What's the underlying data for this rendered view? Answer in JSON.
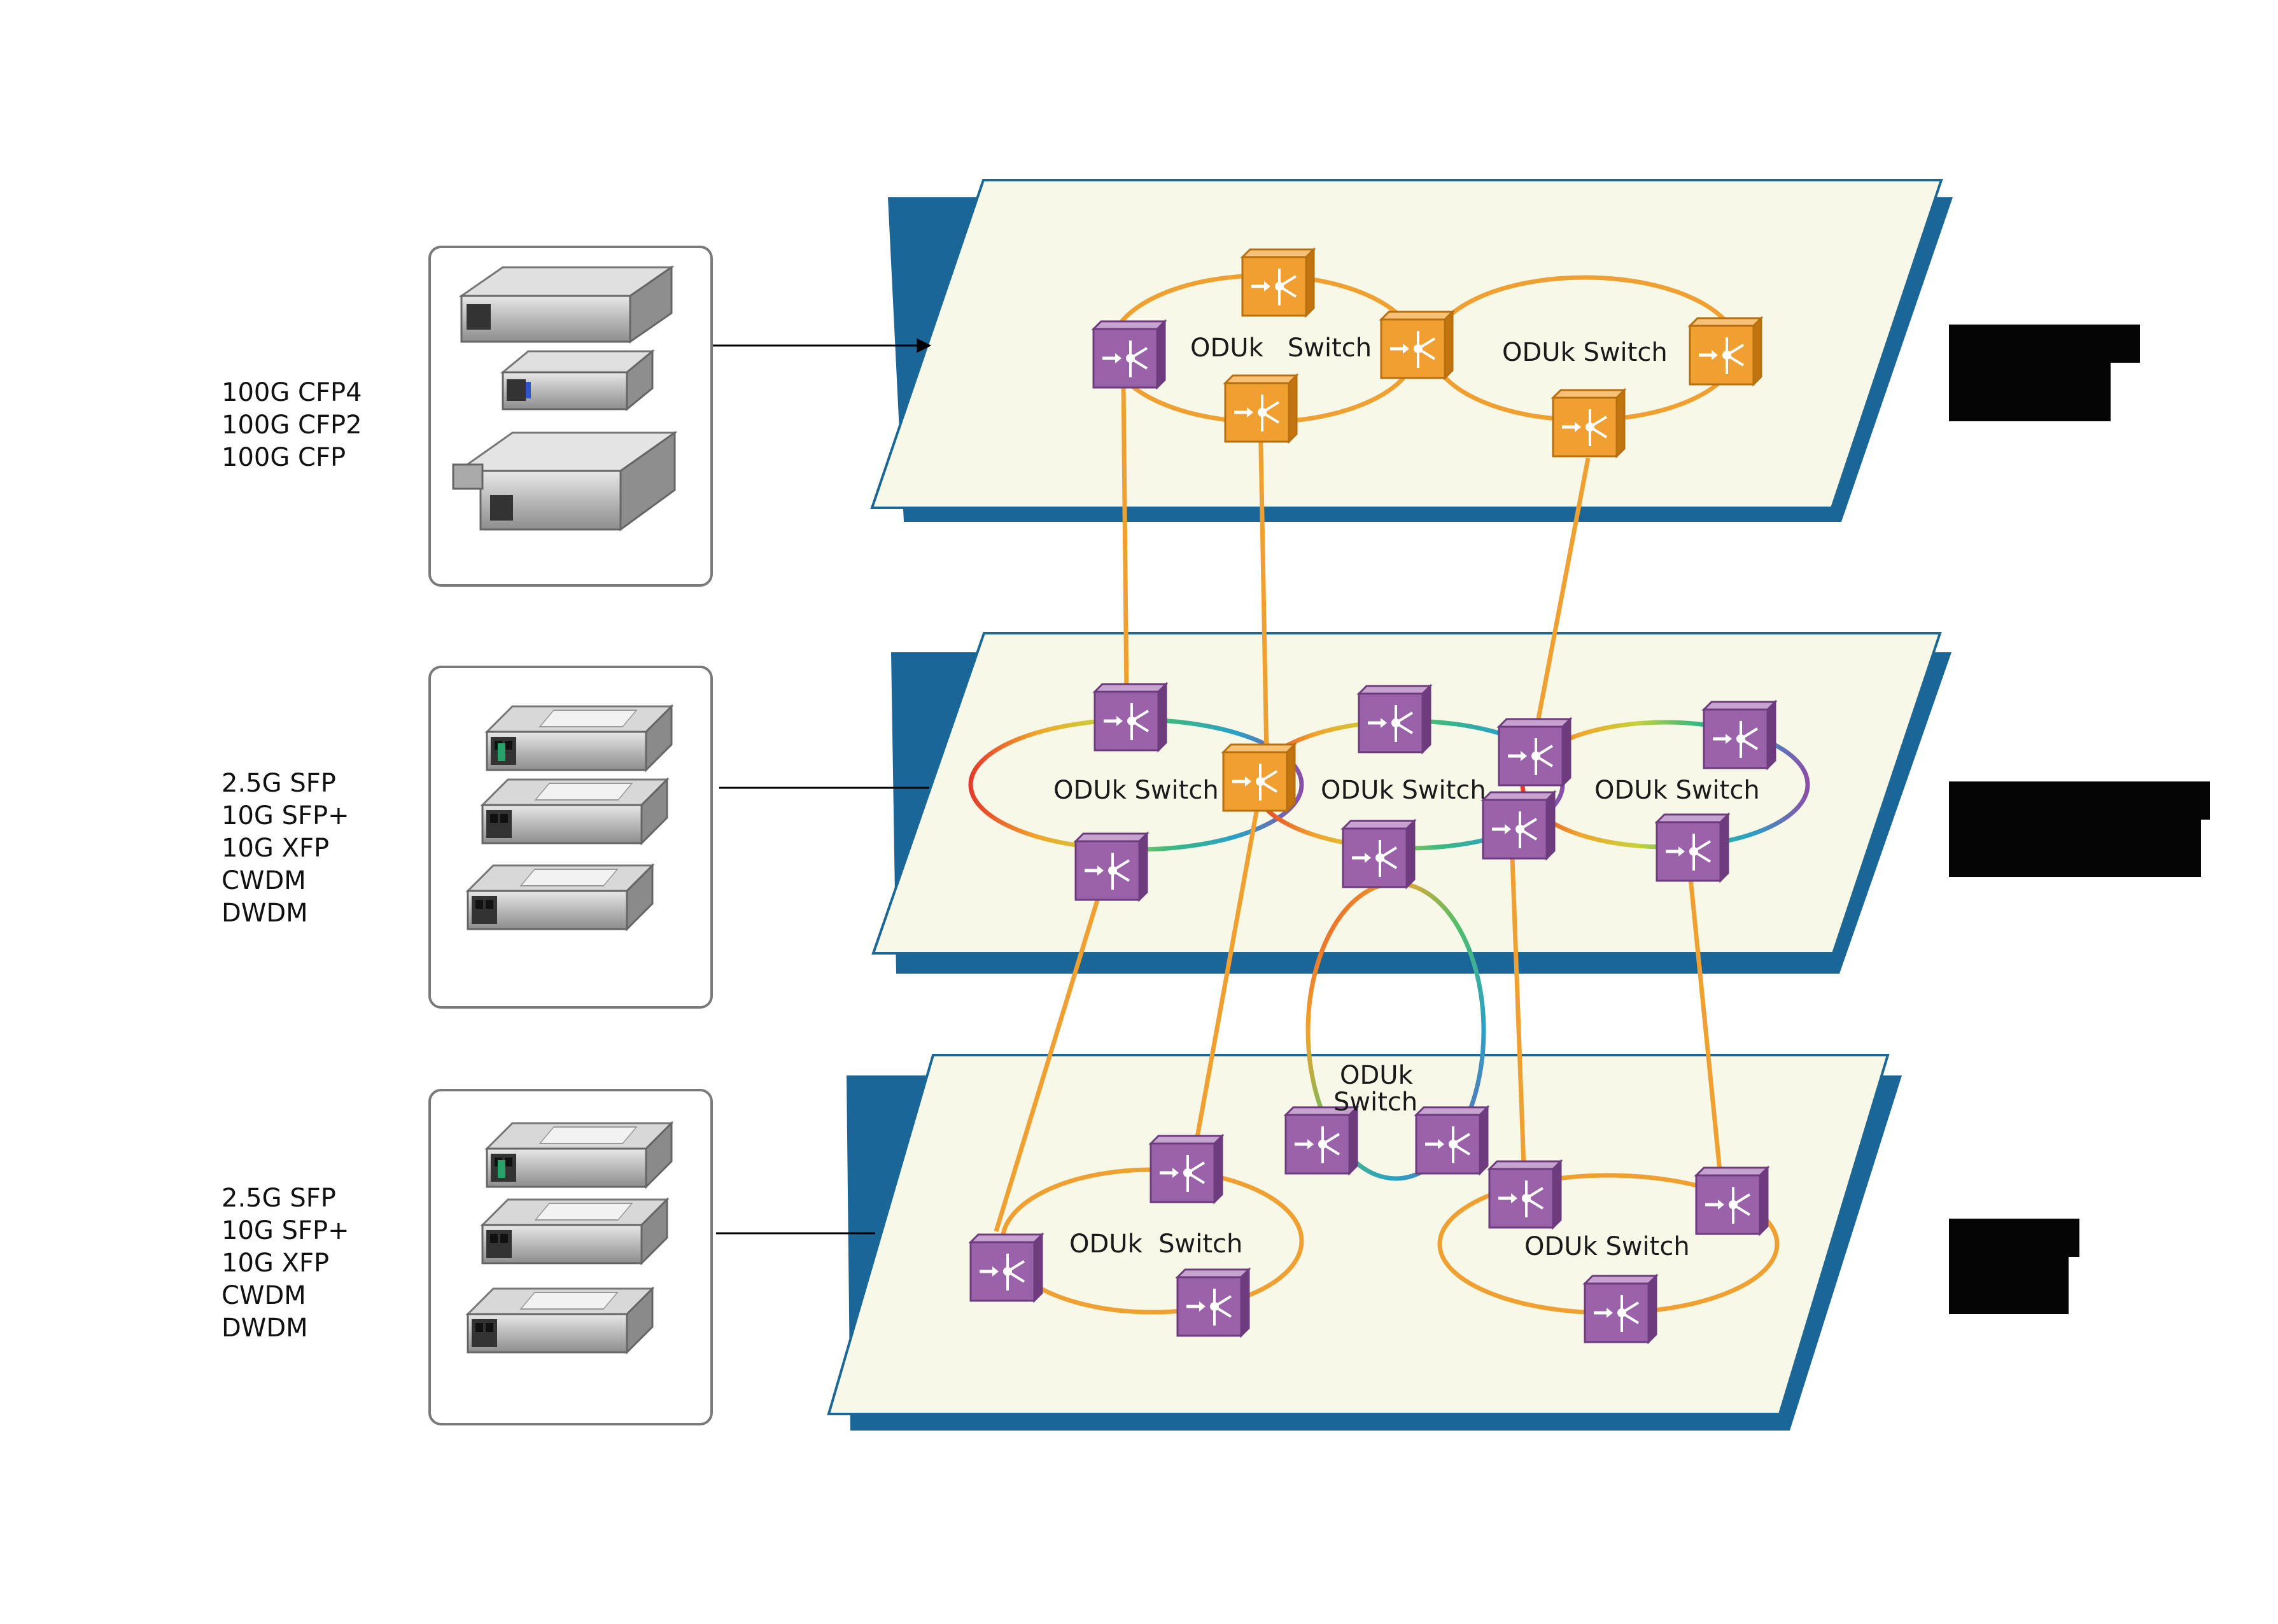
{
  "groups": [
    {
      "lines": [
        "100G CFP4",
        "100G CFP2",
        "100G CFP"
      ]
    },
    {
      "lines": [
        "2.5G SFP",
        "10G SFP+",
        "10G XFP",
        "CWDM",
        "DWDM"
      ]
    },
    {
      "lines": [
        "2.5G SFP",
        "10G SFP+",
        "10G XFP",
        "CWDM",
        "DWDM"
      ]
    }
  ],
  "switch_labels": {
    "top_left": "ODUk   Switch",
    "top_right": "ODUk Switch",
    "mid_left": "ODUk Switch",
    "mid_center": "ODUk Switch",
    "mid_right": "ODUk Switch",
    "link_line1": "ODUk",
    "link_line2": "Switch",
    "bot_left": "ODUk  Switch",
    "bot_right": "ODUk Switch"
  },
  "colors": {
    "plane_fill": "#f8f8e8",
    "plane_edge": "#1b6796",
    "plane_shadow": "#1a6698",
    "orange": "#f0a030",
    "purple": "#9a62a8"
  },
  "icons": {
    "switch": "oduk-switch-icon",
    "transceiver": "transceiver-module-icon"
  }
}
